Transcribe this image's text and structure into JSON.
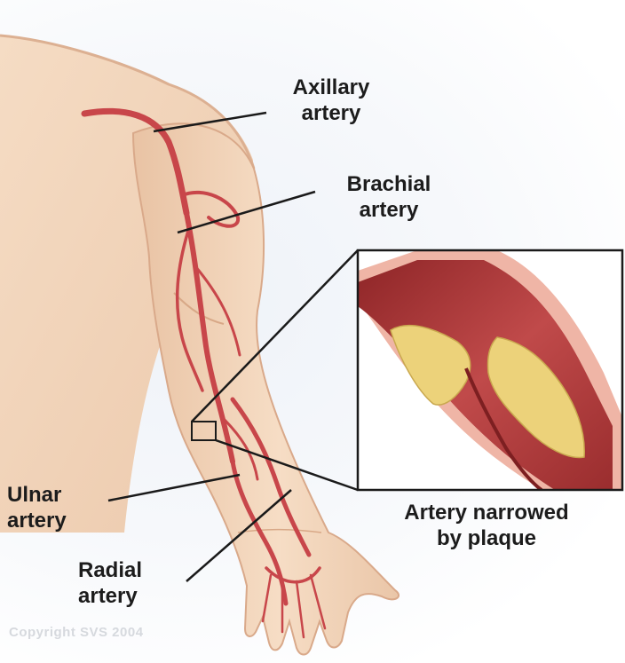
{
  "labels": {
    "axillary": [
      "Axillary",
      "artery"
    ],
    "brachial": [
      "Brachial",
      "artery"
    ],
    "ulnar": [
      "Ulnar",
      "artery"
    ],
    "radial": [
      "Radial",
      "artery"
    ],
    "plaque": [
      "Artery narrowed",
      "by plaque"
    ]
  },
  "copyright": "Copyright SVS 2004",
  "colors": {
    "skin": "#f3d7bd",
    "skin_shadow": "#dcb092",
    "artery": "#c8464a",
    "vessel_wall": "#efb5a6",
    "lumen": "#a83232",
    "plaque": "#ecd27a",
    "leader_line": "#1a1a1a"
  }
}
